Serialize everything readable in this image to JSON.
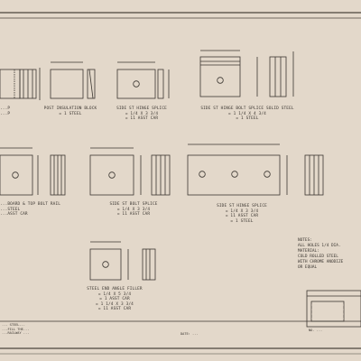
{
  "details": [
    {
      "name": "detail-nut-plate",
      "label": [
        "...P",
        "...P"
      ]
    },
    {
      "name": "detail-post-insulation-block",
      "label": [
        "POST INSULATION BLOCK",
        "= 1 STEEL"
      ]
    },
    {
      "name": "detail-hinge-splice",
      "label": [
        "SIDE ST HINGE SPLICE",
        "= 1/4 X 3 3/4",
        "= 11 ASST CAR"
      ]
    },
    {
      "name": "detail-hinge-bolt-splice",
      "label": [
        "SIDE ST HINGE BOLT SPLICE SOLID STEEL",
        "= 1 1/4 X 4 3/4",
        "= 1 STEEL"
      ]
    },
    {
      "name": "detail-top-bolt-rail",
      "label": [
        "...BOARD & TOP BOLT RAIL",
        "...STEEL",
        "...ASST CAR"
      ]
    },
    {
      "name": "detail-bolt-splice",
      "label": [
        "SIDE ST BOLT SPLICE",
        "= 1/4 X 3 3/4",
        "= 11 ASST CAR"
      ]
    },
    {
      "name": "detail-hinge-splice-wide",
      "label": [
        "SIDE ST HINGE SPLICE",
        "= 1/4 X 3 3/4",
        "= 11 ASST CAR",
        "= 1 STEEL"
      ]
    },
    {
      "name": "detail-end-angle-filler",
      "label": [
        "STEEL END ANGLE FILLER",
        "= 1/4 X 5 3/4",
        "= 1 ASST CAR",
        "= 1 1/4 X 3 3/4",
        "= 11 ASST CAR"
      ]
    }
  ],
  "notes": [
    "NOTES:",
    "ALL HOLES 1/4 DIA.",
    "",
    "MATERIAL:",
    "COLD ROLLED STEEL",
    "WITH CHROME ANODIZE",
    "OR EQUAL"
  ],
  "title_block": {
    "left": [
      "... STEEL...",
      "...FILL THE...",
      "...RAILWAY ..."
    ],
    "date": "DATE: ...",
    "number": "NO. ..."
  },
  "colors": {
    "paper": "#e3d8ca",
    "ink": "#3b3631"
  }
}
